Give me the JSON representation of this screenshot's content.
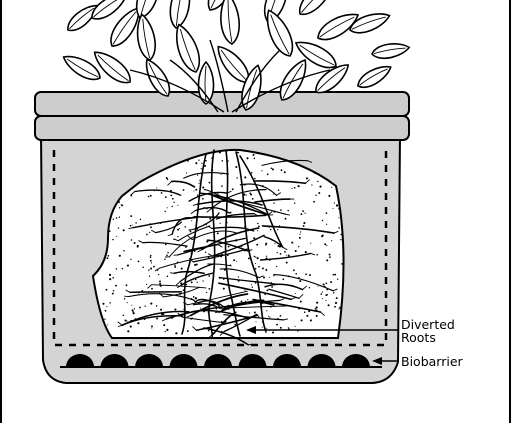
{
  "labels": {
    "diverted_roots_line1": "Diverted",
    "diverted_roots_line2": "Roots",
    "biobarrier": "Biobarrier"
  },
  "colors": {
    "outline": "#000000",
    "pot_fill": "#d4d4d4",
    "rim_fill": "#cdcdcd",
    "soil_fill": "#ffffff",
    "background": "#ffffff"
  },
  "icons": {
    "plant": "plant-foliage-icon",
    "roots": "root-system-icon",
    "barrier": "biobarrier-nodules-icon"
  }
}
